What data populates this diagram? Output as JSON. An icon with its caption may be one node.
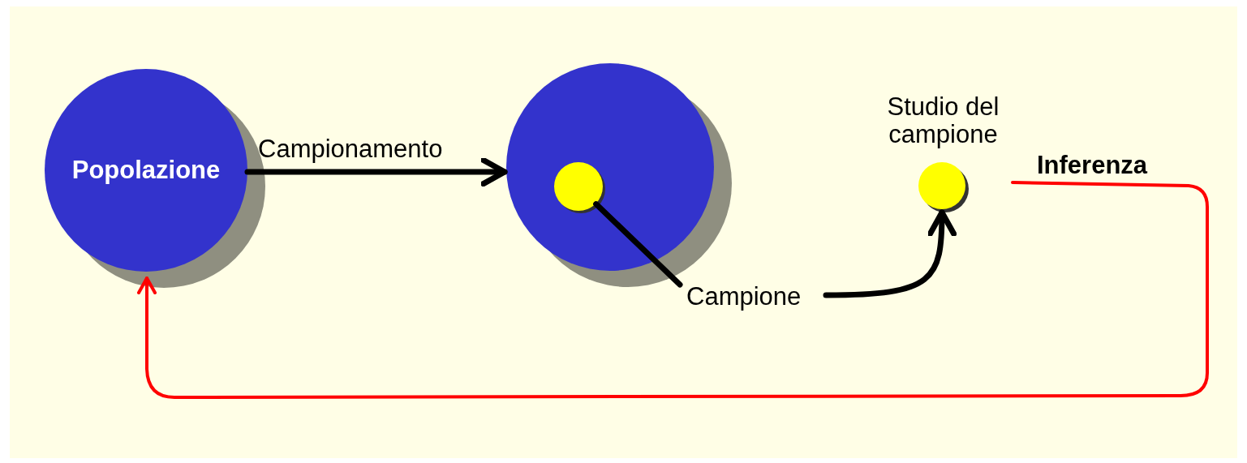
{
  "diagram": {
    "nodes": [
      {
        "text": [
          "Popolazione"
        ]
      },
      {
        "text": [],
        "shape": "circle"
      },
      {
        "text": [],
        "shape": "circle",
        "in": 1
      },
      {
        "text": [
          "Campione"
        ]
      },
      {
        "text": [
          "Studio del campione"
        ]
      }
    ],
    "edges": [
      {
        "from": 0,
        "to": 1,
        "arrow": "to",
        "label": "Campionamento"
      },
      {
        "from": 2,
        "to": 3,
        "arrow": "none"
      },
      {
        "from": 3,
        "to": 4,
        "arrow": "to"
      },
      {
        "from": 4,
        "to": 0,
        "arrow": "to",
        "label": "Inferenza",
        "color": "#ff0000"
      }
    ]
  }
}
